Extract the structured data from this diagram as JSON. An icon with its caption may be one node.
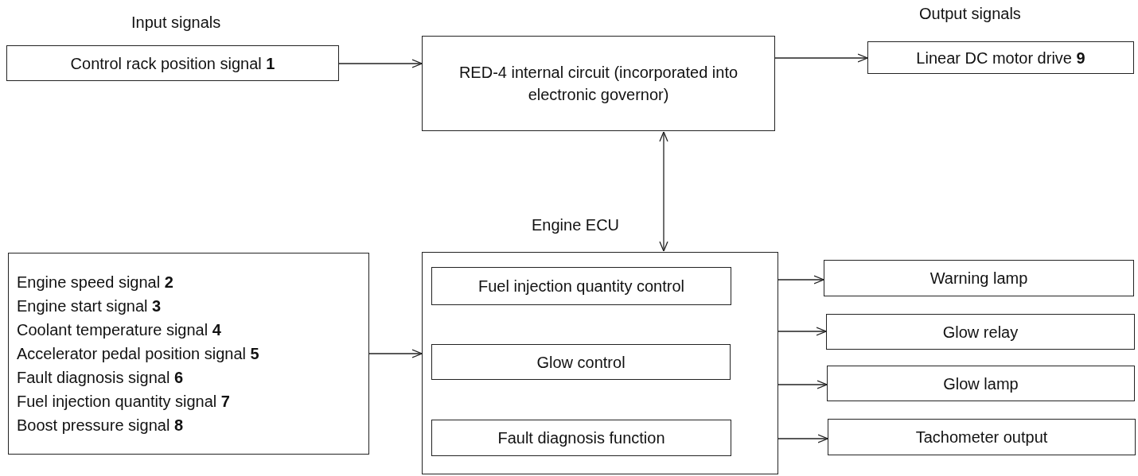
{
  "diagram": {
    "nodes": [
      {
        "text": [
          "Control rack position signal **1**"
        ]
      },
      {
        "text": [
          "RED-4 internal circuit (incorporated into electronic governor)"
        ]
      },
      {
        "text": [
          "Linear DC motor drive **9**"
        ]
      },
      {
        "text": [
          "Engine speed signal **2**",
          "Engine start signal **3**",
          "Coolant temperature signal **4**",
          "Accelerator pedal position signal **5**",
          "Fault diagnosis signal **6**",
          "Fuel injection quantity signal **7**",
          "Boost pressure signal **8**"
        ]
      },
      {
        "text": [
          "Engine ECU"
        ]
      },
      {
        "text": [
          "Fuel injection quantity control"
        ],
        "in": 4
      },
      {
        "text": [
          "Glow control"
        ],
        "in": 4
      },
      {
        "text": [
          "Fault diagnosis function"
        ],
        "in": 4
      },
      {
        "text": [
          "Warning lamp"
        ]
      },
      {
        "text": [
          "Glow relay"
        ]
      },
      {
        "text": [
          "Glow lamp"
        ]
      },
      {
        "text": [
          "Tachometer output"
        ]
      }
    ],
    "edges": [
      {
        "from": 0,
        "to": 1,
        "arrow": "to"
      },
      {
        "from": 1,
        "to": 2,
        "arrow": "to"
      },
      {
        "from": 1,
        "to": 4,
        "arrow": "both"
      },
      {
        "from": 3,
        "to": 4,
        "arrow": "to"
      },
      {
        "from": 4,
        "to": 8,
        "arrow": "to"
      },
      {
        "from": 4,
        "to": 9,
        "arrow": "to"
      },
      {
        "from": 4,
        "to": 10,
        "arrow": "to"
      },
      {
        "from": 4,
        "to": 11,
        "arrow": "to"
      }
    ],
    "labels": [
      "Input signals",
      "Output signals"
    ]
  }
}
